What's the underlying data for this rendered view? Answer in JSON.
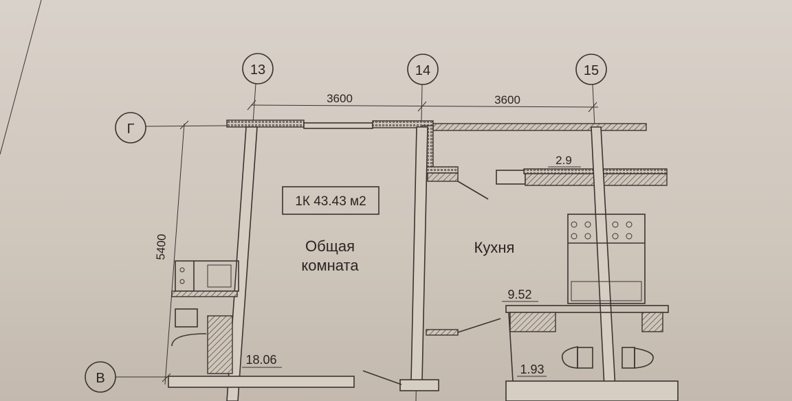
{
  "axes": {
    "a13": "13",
    "a14": "14",
    "a15": "15",
    "g": "Г",
    "v": "В"
  },
  "dimensions": {
    "d1": "3600",
    "d2": "3600",
    "d3": "5400"
  },
  "apartment_label": "1К 43.43 м2",
  "rooms": {
    "living_line1": "Общая",
    "living_line2": "комната",
    "kitchen": "Кухня"
  },
  "areas": {
    "balcony": "2.9",
    "living": "18.06",
    "kitchen": "9.52",
    "bath": "1.93"
  }
}
